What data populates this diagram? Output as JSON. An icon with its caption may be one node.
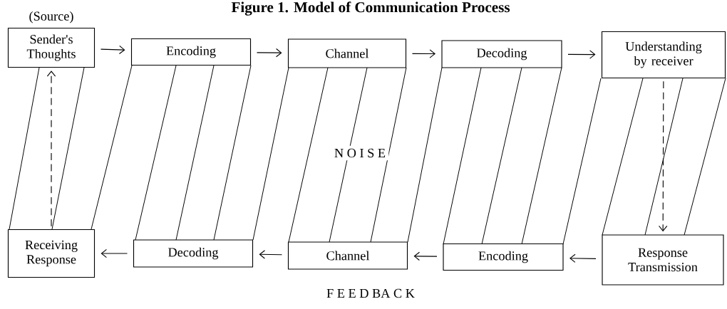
{
  "diagram": {
    "title": "Figure 1. Model of Communication Process",
    "nodes": [
      {
        "text": [
          "Sender's Thoughts"
        ],
        "beside": [
          "(Source)"
        ]
      },
      {
        "text": [
          "Encoding"
        ]
      },
      {
        "text": [
          "Channel"
        ]
      },
      {
        "text": [
          "Decoding"
        ]
      },
      {
        "text": [
          "Understanding by receiver"
        ]
      },
      {
        "text": [
          "Receiving Response"
        ]
      },
      {
        "text": [
          "Decoding"
        ]
      },
      {
        "text": [
          "Channel"
        ]
      },
      {
        "text": [
          "Encoding"
        ]
      },
      {
        "text": [
          "Response Transmission"
        ]
      }
    ],
    "edges": [
      {
        "from": 0,
        "to": 1,
        "arrow": "to"
      },
      {
        "from": 1,
        "to": 2,
        "arrow": "to"
      },
      {
        "from": 2,
        "to": 3,
        "arrow": "to"
      },
      {
        "from": 3,
        "to": 4,
        "arrow": "to"
      },
      {
        "from": 4,
        "to": 9,
        "arrow": "to",
        "style": "dashed"
      },
      {
        "from": 9,
        "to": 8,
        "arrow": "to"
      },
      {
        "from": 8,
        "to": 7,
        "arrow": "to"
      },
      {
        "from": 7,
        "to": 6,
        "arrow": "to"
      },
      {
        "from": 6,
        "to": 5,
        "arrow": "to"
      },
      {
        "from": 5,
        "to": 0,
        "arrow": "to",
        "style": "dashed"
      }
    ],
    "labels": [
      "N O I S E",
      "F E E D BA C K"
    ]
  }
}
